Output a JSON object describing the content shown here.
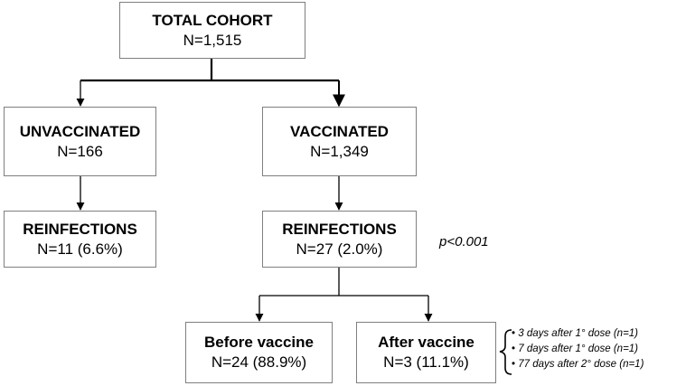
{
  "boxes": {
    "total": {
      "title": "TOTAL COHORT",
      "count": "N=1,515"
    },
    "unvaccinated": {
      "title": "UNVACCINATED",
      "count": "N=166"
    },
    "vaccinated": {
      "title": "VACCINATED",
      "count": "N=1,349"
    },
    "reinf_unvacc": {
      "title": "REINFECTIONS",
      "count": "N=11 (6.6%)"
    },
    "reinf_vacc": {
      "title": "REINFECTIONS",
      "count": "N=27 (2.0%)"
    },
    "before_vaccine": {
      "title": "Before vaccine",
      "count": "N=24 (88.9%)"
    },
    "after_vaccine": {
      "title": "After vaccine",
      "count": "N=3 (11.1%)"
    }
  },
  "p_value": "p<0.001",
  "after_vaccine_details": [
    "3 days after 1° dose (n=1)",
    "7 days after 1° dose (n=1)",
    "77 days after 2° dose (n=1)"
  ],
  "colors": {
    "border": "#7f7f7f",
    "line": "#000000"
  }
}
